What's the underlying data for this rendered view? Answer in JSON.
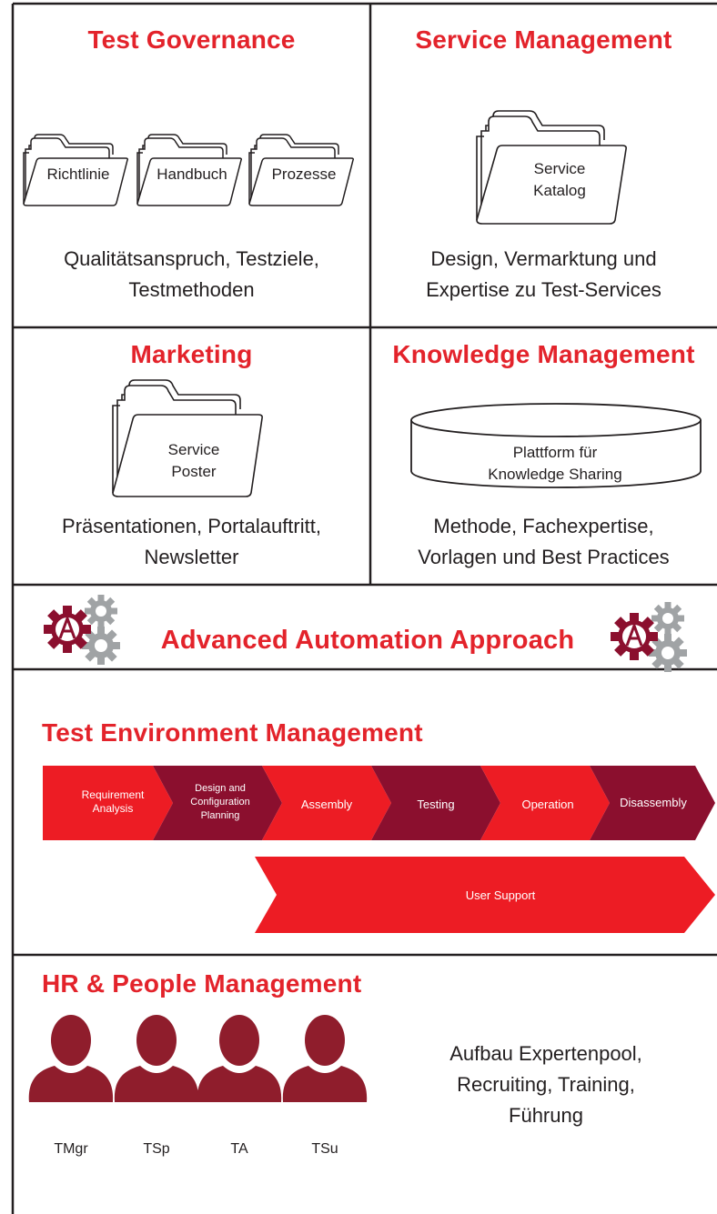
{
  "governance": {
    "title": "Test Governance",
    "folders": [
      "Richtlinie",
      "Handbuch",
      "Prozesse"
    ],
    "desc_line1": "Qualitätsanspruch, Testziele,",
    "desc_line2": "Testmethoden"
  },
  "service_mgmt": {
    "title": "Service Management",
    "folder_line1": "Service",
    "folder_line2": "Katalog",
    "desc_line1": "Design, Vermarktung und",
    "desc_line2": "Expertise zu Test-Services"
  },
  "marketing": {
    "title": "Marketing",
    "folder_line1": "Service",
    "folder_line2": "Poster",
    "desc_line1": "Präsentationen, Portalauftritt,",
    "desc_line2": "Newsletter"
  },
  "knowledge": {
    "title": "Knowledge Management",
    "db_line1": "Plattform für",
    "db_line2": "Knowledge Sharing",
    "desc_line1": "Methode, Fachexpertise,",
    "desc_line2": "Vorlagen und Best Practices"
  },
  "automation": {
    "title": "Advanced Automation Approach"
  },
  "tem": {
    "title": "Test Environment Management",
    "steps": [
      {
        "l1": "Requirement",
        "l2": "Analysis",
        "l3": ""
      },
      {
        "l1": "Design and",
        "l2": "Configuration",
        "l3": "Planning"
      },
      {
        "l1": "Assembly",
        "l2": "",
        "l3": ""
      },
      {
        "l1": "Testing",
        "l2": "",
        "l3": ""
      },
      {
        "l1": "Operation",
        "l2": "",
        "l3": ""
      },
      {
        "l1": "Disassembly",
        "l2": "",
        "l3": ""
      }
    ],
    "support": "User Support"
  },
  "hr": {
    "title": "HR & People Management",
    "people": [
      "TMgr",
      "TSp",
      "TA",
      "TSu"
    ],
    "desc_line1": "Aufbau Expertenpool,",
    "desc_line2": "Recruiting, Training,",
    "desc_line3": "Führung"
  },
  "colors": {
    "red": "#ed1c24",
    "dark_red": "#8b0f2e",
    "person": "#8f1d2c",
    "gear_gray": "#a0a3a5",
    "title_red": "#e3232b"
  }
}
